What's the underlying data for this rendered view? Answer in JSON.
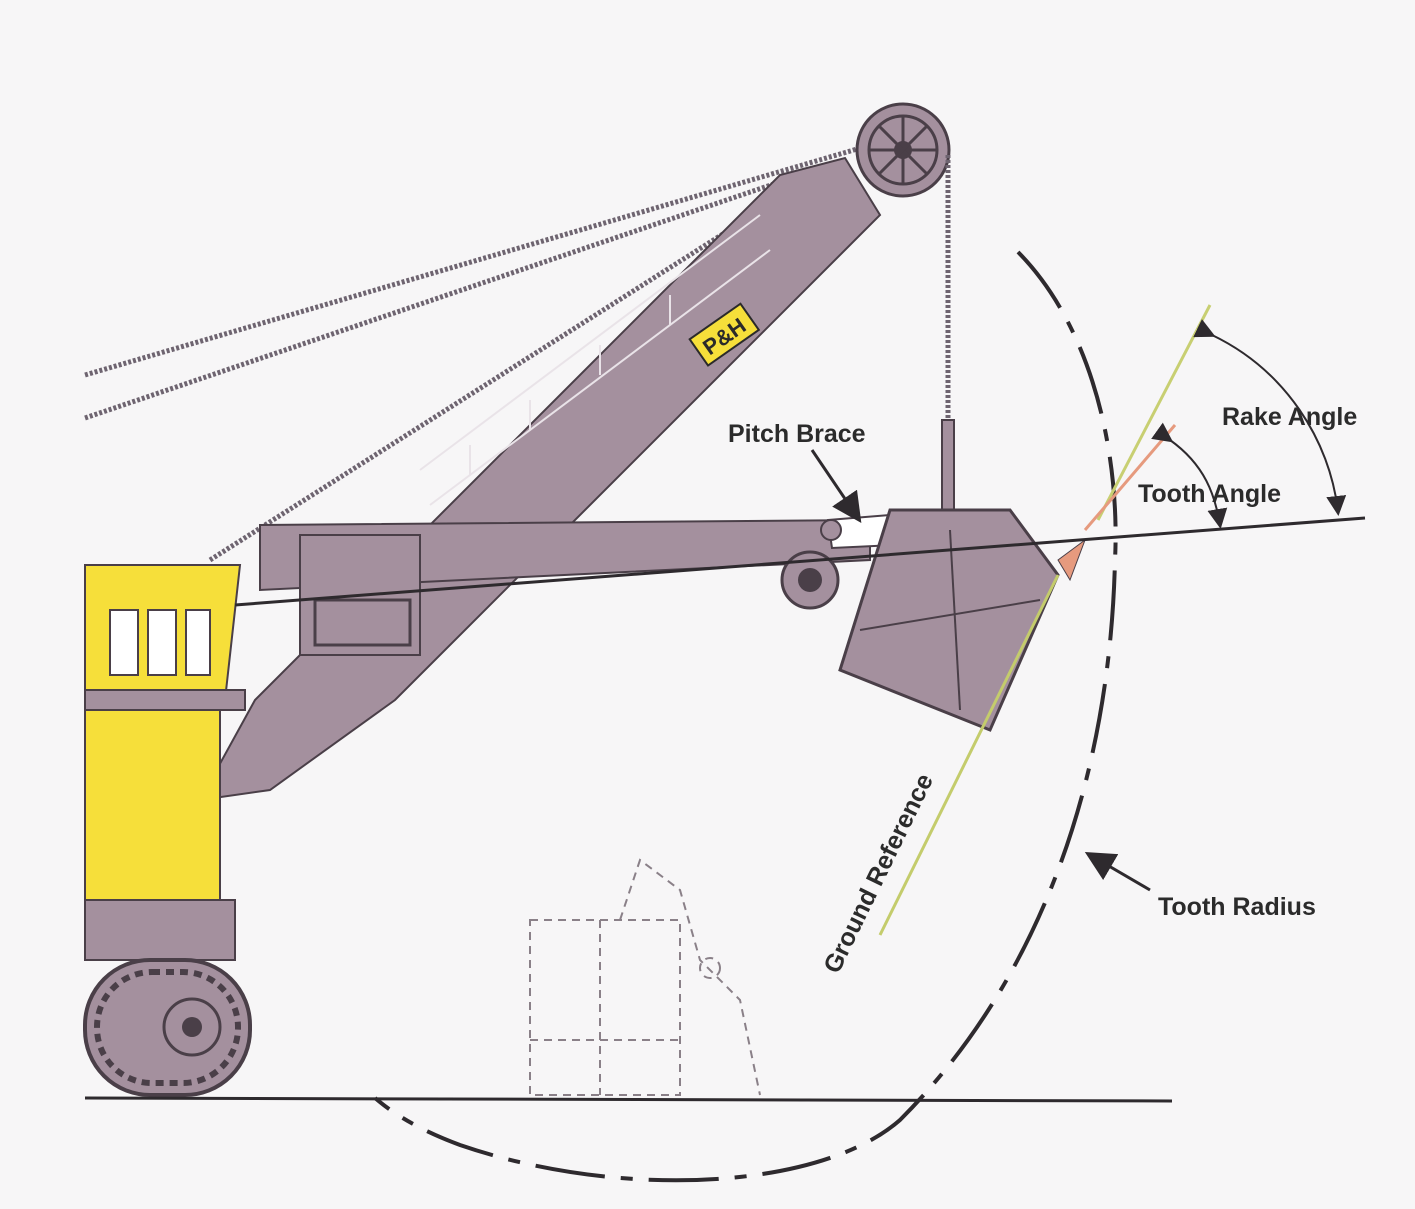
{
  "diagram": {
    "brand_logo": "P&H",
    "labels": {
      "pitch_brace": "Pitch Brace",
      "rake_angle": "Rake Angle",
      "tooth_angle": "Tooth Angle",
      "ground_reference": "Ground Reference",
      "tooth_radius": "Tooth Radius"
    },
    "colors": {
      "machine_body": "#a4909e",
      "machine_outline": "#4a3f48",
      "cab": "#f6df3a",
      "line": "#2e2a2e",
      "rake_line": "#c8cf72",
      "tooth_line": "#e69a7e",
      "ground_reference_line": "#c4cc6c",
      "background": "#f7f6f7"
    }
  }
}
